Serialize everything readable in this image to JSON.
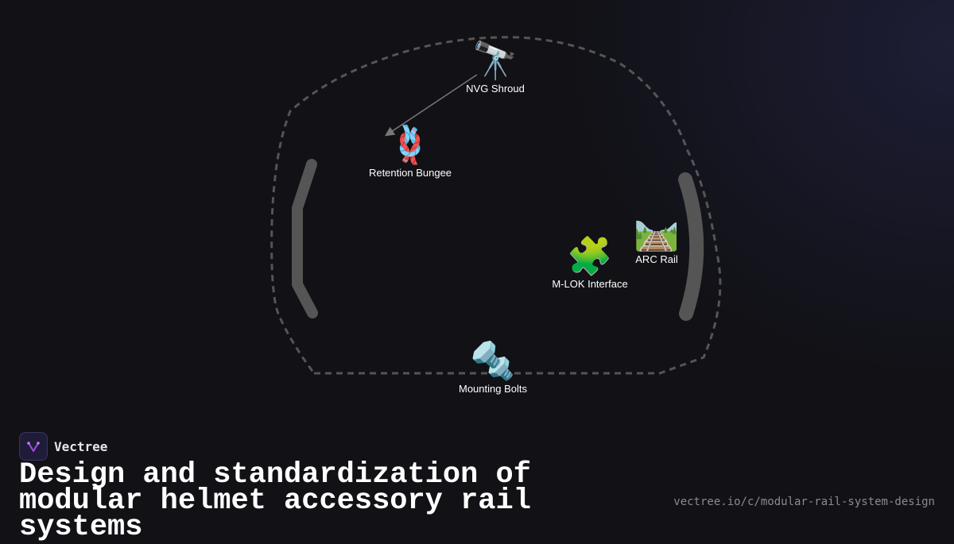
{
  "diagram": {
    "nodes": [
      {
        "id": "nvg-shroud",
        "icon": "telescope",
        "emoji": "🔭",
        "label": "NVG Shroud"
      },
      {
        "id": "retention-bungee",
        "icon": "knot",
        "emoji": "🪢",
        "label": "Retention Bungee"
      },
      {
        "id": "m-lok-interface",
        "icon": "puzzle-piece",
        "emoji": "🧩",
        "label": "M-LOK Interface"
      },
      {
        "id": "arc-rail",
        "icon": "railway-track",
        "emoji": "🛤️",
        "label": "ARC Rail"
      },
      {
        "id": "mounting-bolts",
        "icon": "nut-and-bolt",
        "emoji": "🔩",
        "label": "Mounting Bolts"
      }
    ],
    "edges": [
      {
        "from": "nvg-shroud",
        "to": "retention-bungee"
      }
    ]
  },
  "brand": {
    "name": "Vectree",
    "logo_icon": "vectree-logo"
  },
  "footer": {
    "title": "Design and standardization of modular helmet accessory rail systems",
    "url": "vectree.io/c/modular-rail-system-design"
  },
  "colors": {
    "background": "#111116",
    "outline": "#555555",
    "rail": "#5a5a5a",
    "text": "#ffffff",
    "accent": "#a04fd6"
  }
}
